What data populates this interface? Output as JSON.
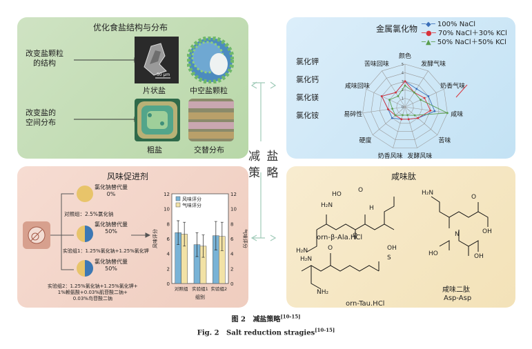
{
  "center": {
    "word1": "减 盐",
    "word2": "策 略"
  },
  "tl": {
    "title": "优化食盐结构与分布",
    "label1": "改变盐颗粒\n的结构",
    "label2": "改变盐的\n空间分布",
    "img1_caption": "片状盐",
    "img2_caption": "中空盐颗粒",
    "img3_caption": "粗盐",
    "img4_caption": "交替分布",
    "scale": "50 μm"
  },
  "tr": {
    "title": "金属氯化物",
    "chlorides": [
      "氯化钾",
      "氯化钙",
      "氯化镁",
      "氯化铵"
    ],
    "legend": [
      "100% NaCl",
      "70% NaCl＋30% KCl",
      "50% NaCl＋50% KCl"
    ],
    "legend_colors": [
      "#3a6fb8",
      "#d8323a",
      "#5a9e4e"
    ],
    "axes": [
      "颜色",
      "发酵气味",
      "奶香气味",
      "咸味",
      "苦味",
      "发酵风味",
      "奶香风味",
      "硬度",
      "易碎性",
      "咸味回味",
      "苦味回味"
    ],
    "ticks": [
      "0",
      "1",
      "2",
      "3",
      "4",
      "5"
    ],
    "series": [
      {
        "name": "100% NaCl",
        "values": [
          3.0,
          2.5,
          3.0,
          3.5,
          2.0,
          1.5,
          1.5,
          2.0,
          2.0,
          3.0,
          2.0
        ]
      },
      {
        "name": "70% NaCl＋30% KCl",
        "values": [
          3.0,
          2.0,
          2.5,
          3.0,
          2.0,
          1.5,
          1.5,
          1.5,
          2.0,
          3.0,
          2.0
        ]
      },
      {
        "name": "50% NaCl＋50% KCl",
        "values": [
          2.5,
          2.0,
          2.0,
          5.0,
          1.5,
          1.0,
          1.0,
          1.5,
          1.5,
          2.0,
          1.5
        ]
      }
    ]
  },
  "bl": {
    "title": "风味促进剂",
    "pie1": {
      "label": "氯化钠替代量\n0%",
      "fraction": 0
    },
    "pie2": {
      "label": "氯化钠替代量\n50%",
      "fraction": 0.5
    },
    "pie3": {
      "label": "氯化钠替代量\n50%",
      "fraction": 0.5
    },
    "group1": "对照组：2.5%氯化钠",
    "group2": "实验组1：1.25%氯化钠+1.25%氯化钾",
    "group3": "实验组2：1.25%氯化钠+1.25%氯化钾+\n1%赖氨酸+0.03%肌苷酸二钠+\n0.03%鸟苷酸二钠",
    "pie_colors": [
      "#e8c46a",
      "#3c78b5"
    ],
    "chart_data": {
      "type": "bar",
      "categories": [
        "对照组",
        "实验组1",
        "实验组2"
      ],
      "xlabel": "组别",
      "ylabel": "风味评分",
      "ylabel_right": "气味评分",
      "ylim": [
        0,
        12
      ],
      "yticks": [
        "0",
        "2",
        "4",
        "6",
        "8",
        "10",
        "12"
      ],
      "series": [
        {
          "name": "风味评分",
          "values": [
            6.8,
            5.2,
            6.4
          ],
          "errors": [
            1.6,
            1.6,
            1.9
          ],
          "color": "#79b3d6"
        },
        {
          "name": "气味评分",
          "values": [
            6.6,
            5.0,
            6.3
          ],
          "errors": [
            1.6,
            1.5,
            1.9
          ],
          "color": "#f2e2a6"
        }
      ]
    }
  },
  "br": {
    "title": "咸味肽",
    "mol1": "orn-β-Ala.HCl",
    "mol2": "orn-Tau.HCl",
    "mol3_cn": "咸味二肽",
    "mol3": "Asp-Asp",
    "atoms": {
      "H2N": "H₂N",
      "NH2": "NH₂",
      "N": "N",
      "H": "H",
      "O": "O",
      "OH": "OH",
      "HO": "HO",
      "S": "S",
      "OH_S": "OH"
    }
  },
  "caption": {
    "cn_prefix": "图 2",
    "cn": "减盐策略",
    "cn_ref": "[10-15]",
    "en_prefix": "Fig. 2",
    "en": "Salt reduction stragies",
    "en_ref": "[10-15]"
  }
}
